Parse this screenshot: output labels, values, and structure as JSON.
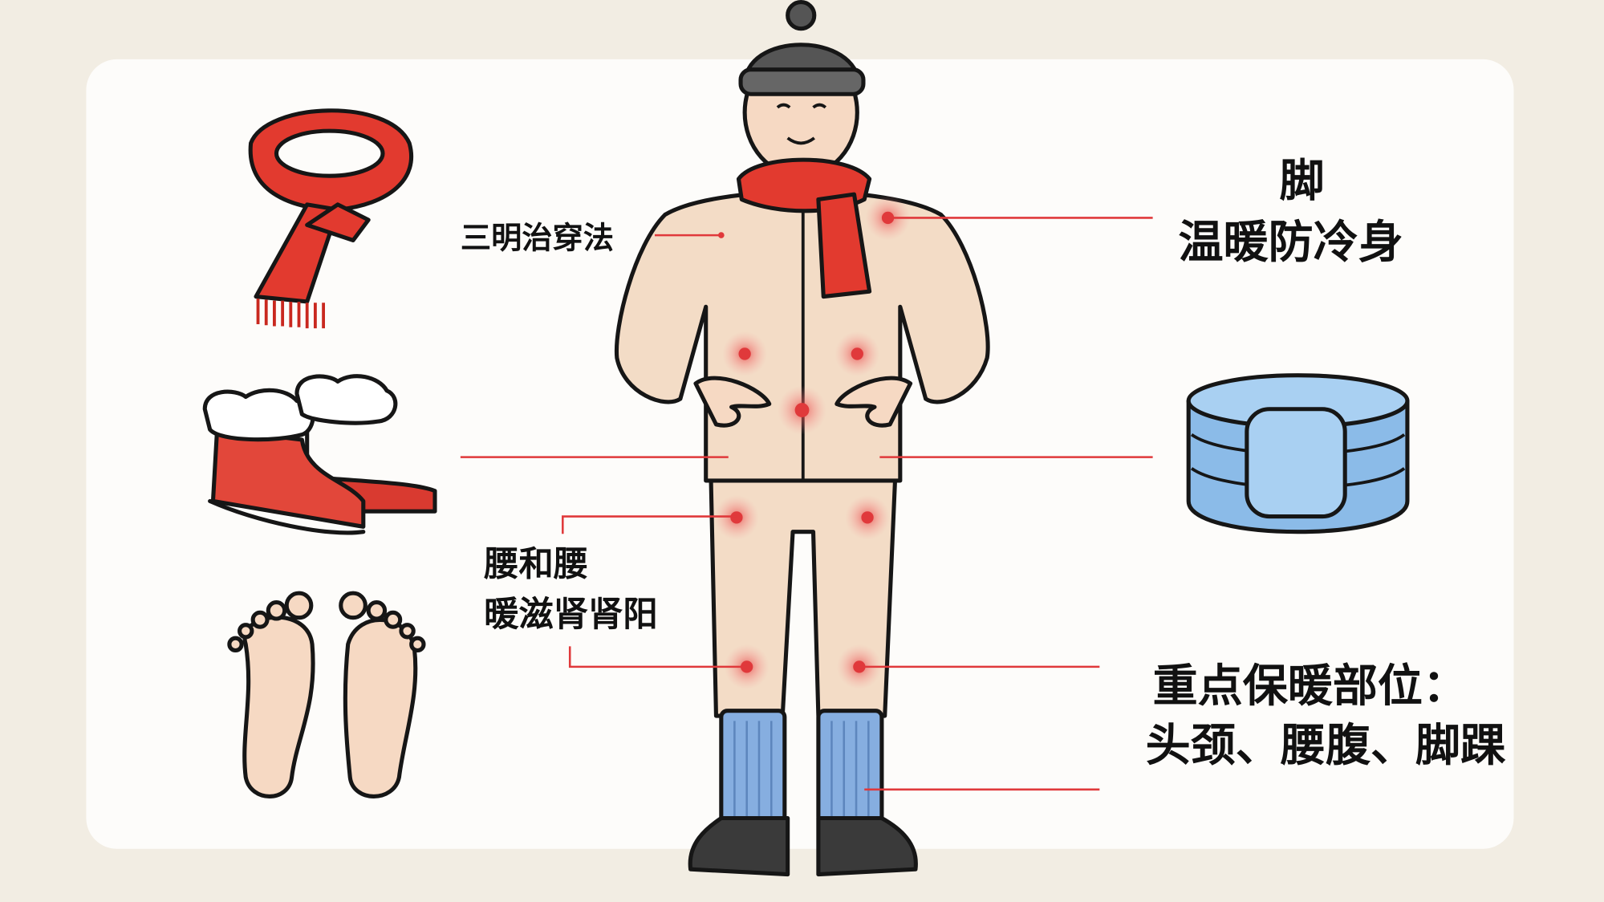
{
  "labels": {
    "sandwich_method": "三明治穿法",
    "feet_title": "脚",
    "feet_subtitle": "温暖防冷身",
    "waist_line1": "腰和腰",
    "waist_line2": "暖滋肾肾阳",
    "key_areas_line1": "重点保暖部位：",
    "key_areas_line2": "头颈、腰腹、脚踝"
  },
  "colors": {
    "accent_red": "#e0393b",
    "background": "#f2ede3",
    "card": "#fdfcfa",
    "jacket": "#f3dcc6",
    "sock_blue": "#86aee0"
  },
  "icons": [
    "scarf-icon",
    "boots-icon",
    "feet-icon",
    "waist-belt-icon"
  ]
}
